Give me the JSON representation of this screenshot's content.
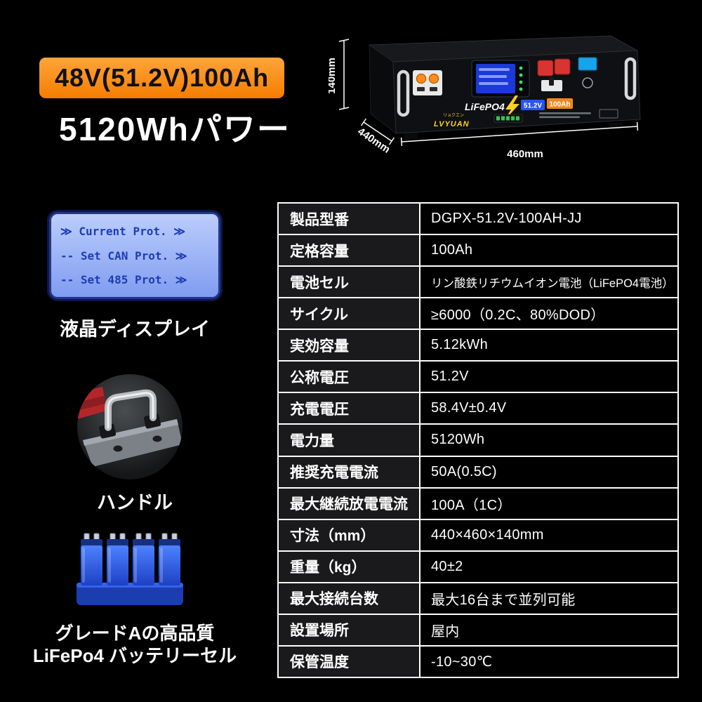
{
  "badge": {
    "text": "48V(51.2V)100Ah"
  },
  "headline": "5120Whパワー",
  "product": {
    "dims": {
      "height": "140mm",
      "depth": "440mm",
      "width": "460mm"
    },
    "device": {
      "series": "LiFePO4",
      "voltage": "51.2V",
      "capacity": "100Ah",
      "brand": "LVYUAN",
      "brand_sub": "リョクエン"
    }
  },
  "features": {
    "lcd": {
      "lines": [
        "≫ Current Prot. ≫",
        "-- Set CAN Prot. ≫",
        "-- Set 485 Prot. ≫"
      ],
      "caption": "液晶ディスプレイ"
    },
    "handle": {
      "caption": "ハンドル"
    },
    "cells": {
      "caption_line1": "グレードAの高品質",
      "caption_line2": "LiFePo4 バッテリーセル"
    }
  },
  "colors": {
    "badge_orange": "#f5891d",
    "lcd_screen_blue": "#a9bef8",
    "lcd_text_blue": "#1d3cb4",
    "cell_blue": "#2f62e8",
    "background": "#000000",
    "text_white": "#ffffff"
  },
  "spec_table": {
    "rows": [
      {
        "label": "製品型番",
        "value": "DGPX-51.2V-100AH-JJ"
      },
      {
        "label": "定格容量",
        "value": "100Ah"
      },
      {
        "label": "電池セル",
        "value": "リン酸鉄リチウムイオン電池（LiFePO4電池）"
      },
      {
        "label": "サイクル",
        "value": "≥6000（0.2C、80%DOD）"
      },
      {
        "label": "実効容量",
        "value": "5.12kWh"
      },
      {
        "label": "公称電圧",
        "value": "51.2V"
      },
      {
        "label": "充電電圧",
        "value": "58.4V±0.4V"
      },
      {
        "label": "電力量",
        "value": "5120Wh"
      },
      {
        "label": "推奨充電電流",
        "value": "50A(0.5C)"
      },
      {
        "label": "最大継続放電電流",
        "value": "100A（1C）"
      },
      {
        "label": "寸法（mm）",
        "value": "440×460×140mm"
      },
      {
        "label": "重量（kg）",
        "value": "40±2"
      },
      {
        "label": "最大接続台数",
        "value": "最大16台まで並列可能"
      },
      {
        "label": "設置場所",
        "value": "屋内"
      },
      {
        "label": "保管温度",
        "value": "-10~30℃"
      }
    ]
  }
}
